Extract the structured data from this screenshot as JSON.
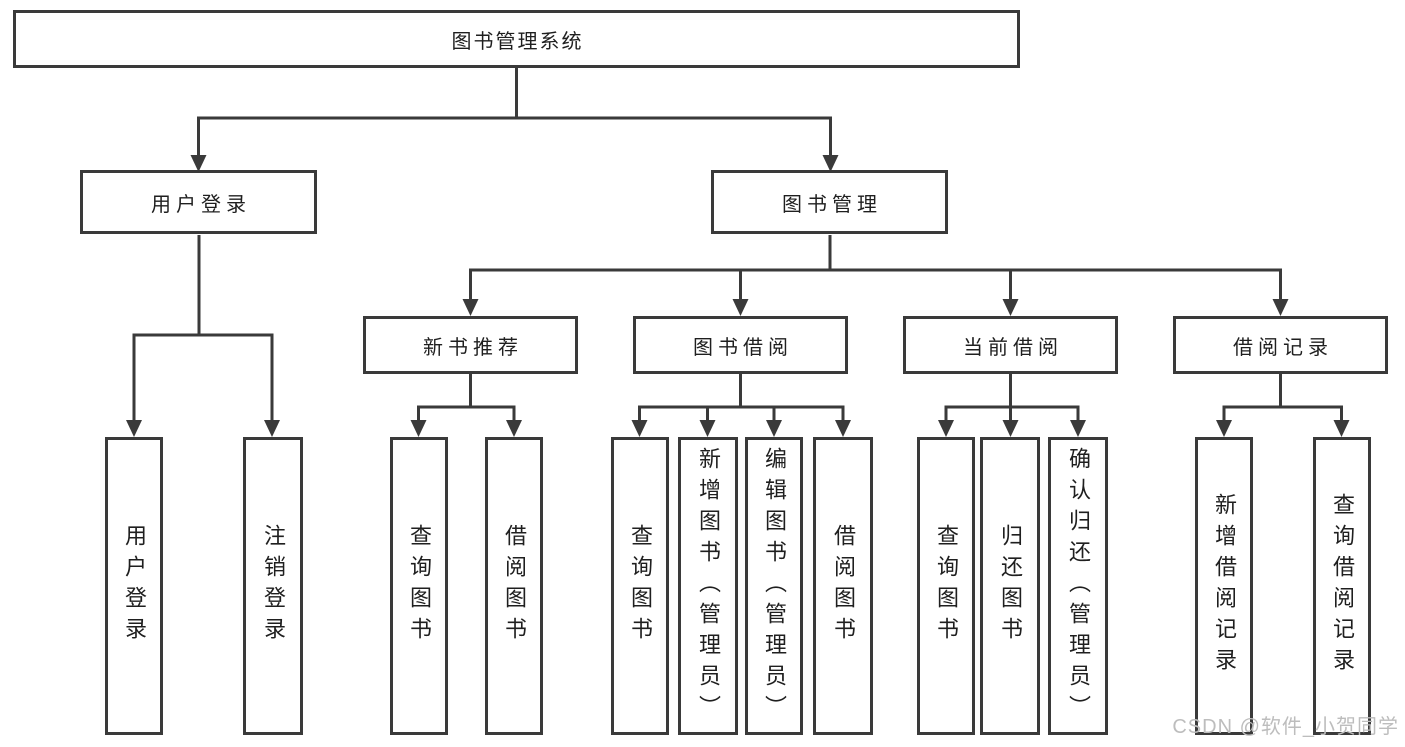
{
  "diagram_title": "图书管理系统",
  "tree": {
    "root": {
      "label": "图书管理系统",
      "children": [
        {
          "label": "用户登录",
          "children": [
            {
              "label": "用户登录"
            },
            {
              "label": "注销登录"
            }
          ]
        },
        {
          "label": "图书管理",
          "children": [
            {
              "label": "新书推荐",
              "children": [
                {
                  "label": "查询图书"
                },
                {
                  "label": "借阅图书"
                }
              ]
            },
            {
              "label": "图书借阅",
              "children": [
                {
                  "label": "查询图书"
                },
                {
                  "label": "新增图书（管理员）"
                },
                {
                  "label": "编辑图书（管理员）"
                },
                {
                  "label": "借阅图书"
                }
              ]
            },
            {
              "label": "当前借阅",
              "children": [
                {
                  "label": "查询图书"
                },
                {
                  "label": "归还图书"
                },
                {
                  "label": "确认归还（管理员）"
                }
              ]
            },
            {
              "label": "借阅记录",
              "children": [
                {
                  "label": "新增借阅记录"
                },
                {
                  "label": "查询借阅记录"
                }
              ]
            }
          ]
        }
      ]
    }
  },
  "watermark": {
    "text": "CSDN @软件_小贺同学"
  },
  "colors": {
    "line": "#3a3a3a",
    "text": "#1f1f1f",
    "background": "#ffffff",
    "watermark": "#bdbdbd"
  }
}
